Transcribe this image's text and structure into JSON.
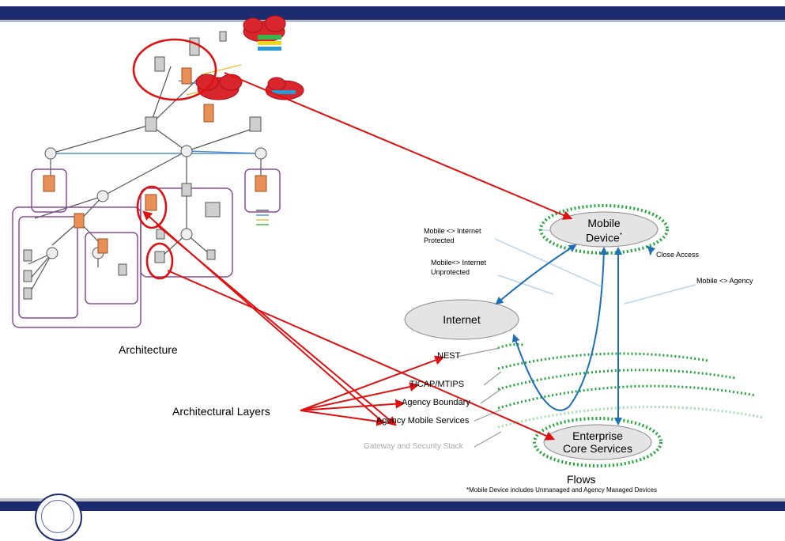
{
  "labels": {
    "architecture": "Architecture",
    "architectural_layers": "Architectural Layers",
    "flows": "Flows",
    "footnote": "*Mobile Device includes Unmanaged and Agency Managed Devices"
  },
  "flow_nodes": {
    "mobile_device": "Mobile",
    "mobile_device_line2": "Device",
    "mobile_device_mark": "*",
    "internet": "Internet",
    "enterprise": "Enterprise",
    "enterprise_line2": "Core Services"
  },
  "flow_labels": {
    "internet_protected_1": "Mobile <> Internet",
    "internet_protected_2": "Protected",
    "internet_unprotected_1": "Mobile<> Internet",
    "internet_unprotected_2": "Unprotected",
    "close_access": "Close Access",
    "mobile_agency": "Mobile <> Agency"
  },
  "layers": {
    "nest": "NEST",
    "ticap": "TICAP/MTIPS",
    "agency_boundary": "Agency Boundary",
    "agency_mobile": "Agency Mobile Services",
    "gateway": "Gateway and Security Stack"
  },
  "colors": {
    "highlight_red": "#e01010",
    "flow_blue": "#1f6fb4",
    "ring_green": "#22a538",
    "banner_navy": "#1c2a6e",
    "node_fill": "#e4e4e4",
    "zone_purple": "#8a4a9e"
  }
}
